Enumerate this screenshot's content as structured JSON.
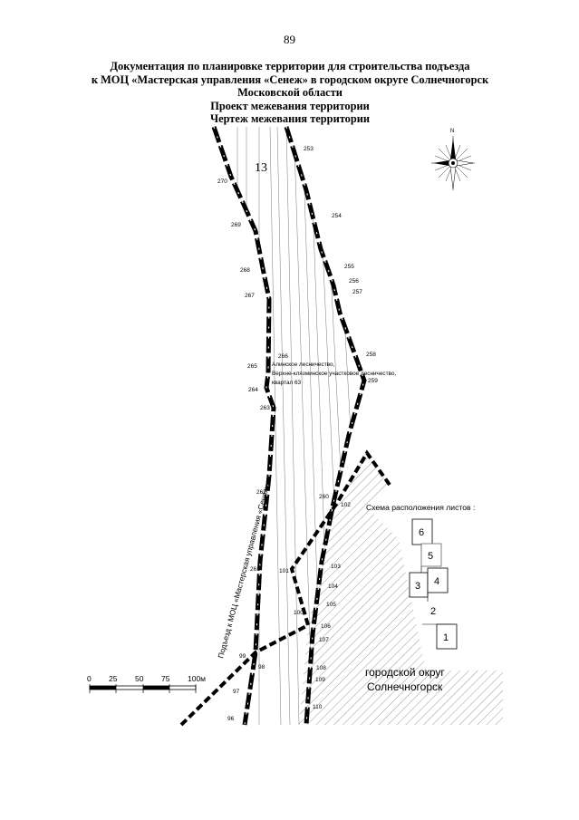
{
  "page_number": "89",
  "title_lines": [
    "Документация по планировке территории для строительства подъезда",
    "к МОЦ «Мастерская управления «Сенеж» в городском округе Солнечногорск",
    "Московской области",
    "Проект межевания территории",
    "Чертеж межевания территории"
  ],
  "compass": {
    "north_label": "N"
  },
  "map": {
    "parcel_number": "13",
    "forest_label": [
      "Алинское лесничество,",
      "Верхне-клязминское участковое лесничество,",
      "квартал 63"
    ],
    "road_label": "Подъезд к МОЦ «Мастерская управления «Сенеж»",
    "district_label": [
      "городской округ",
      "Солнечногорск"
    ],
    "left_points": [
      "270",
      "269",
      "268",
      "267",
      "266",
      "265",
      "264",
      "263",
      "262",
      "261",
      "99",
      "98",
      "97",
      "96"
    ],
    "right_points": [
      "253",
      "254",
      "255",
      "256",
      "257",
      "258",
      "259",
      "260",
      "102",
      "103",
      "104",
      "105",
      "106",
      "107",
      "108",
      "109",
      "110"
    ],
    "inner_points": [
      "101",
      "100"
    ]
  },
  "scale_bar": {
    "labels": [
      "0",
      "25",
      "50",
      "75",
      "100м"
    ]
  },
  "sheet_scheme": {
    "title": "Схема расположения листов :",
    "sheets": [
      "6",
      "5",
      "3",
      "4",
      "2",
      "1"
    ]
  }
}
